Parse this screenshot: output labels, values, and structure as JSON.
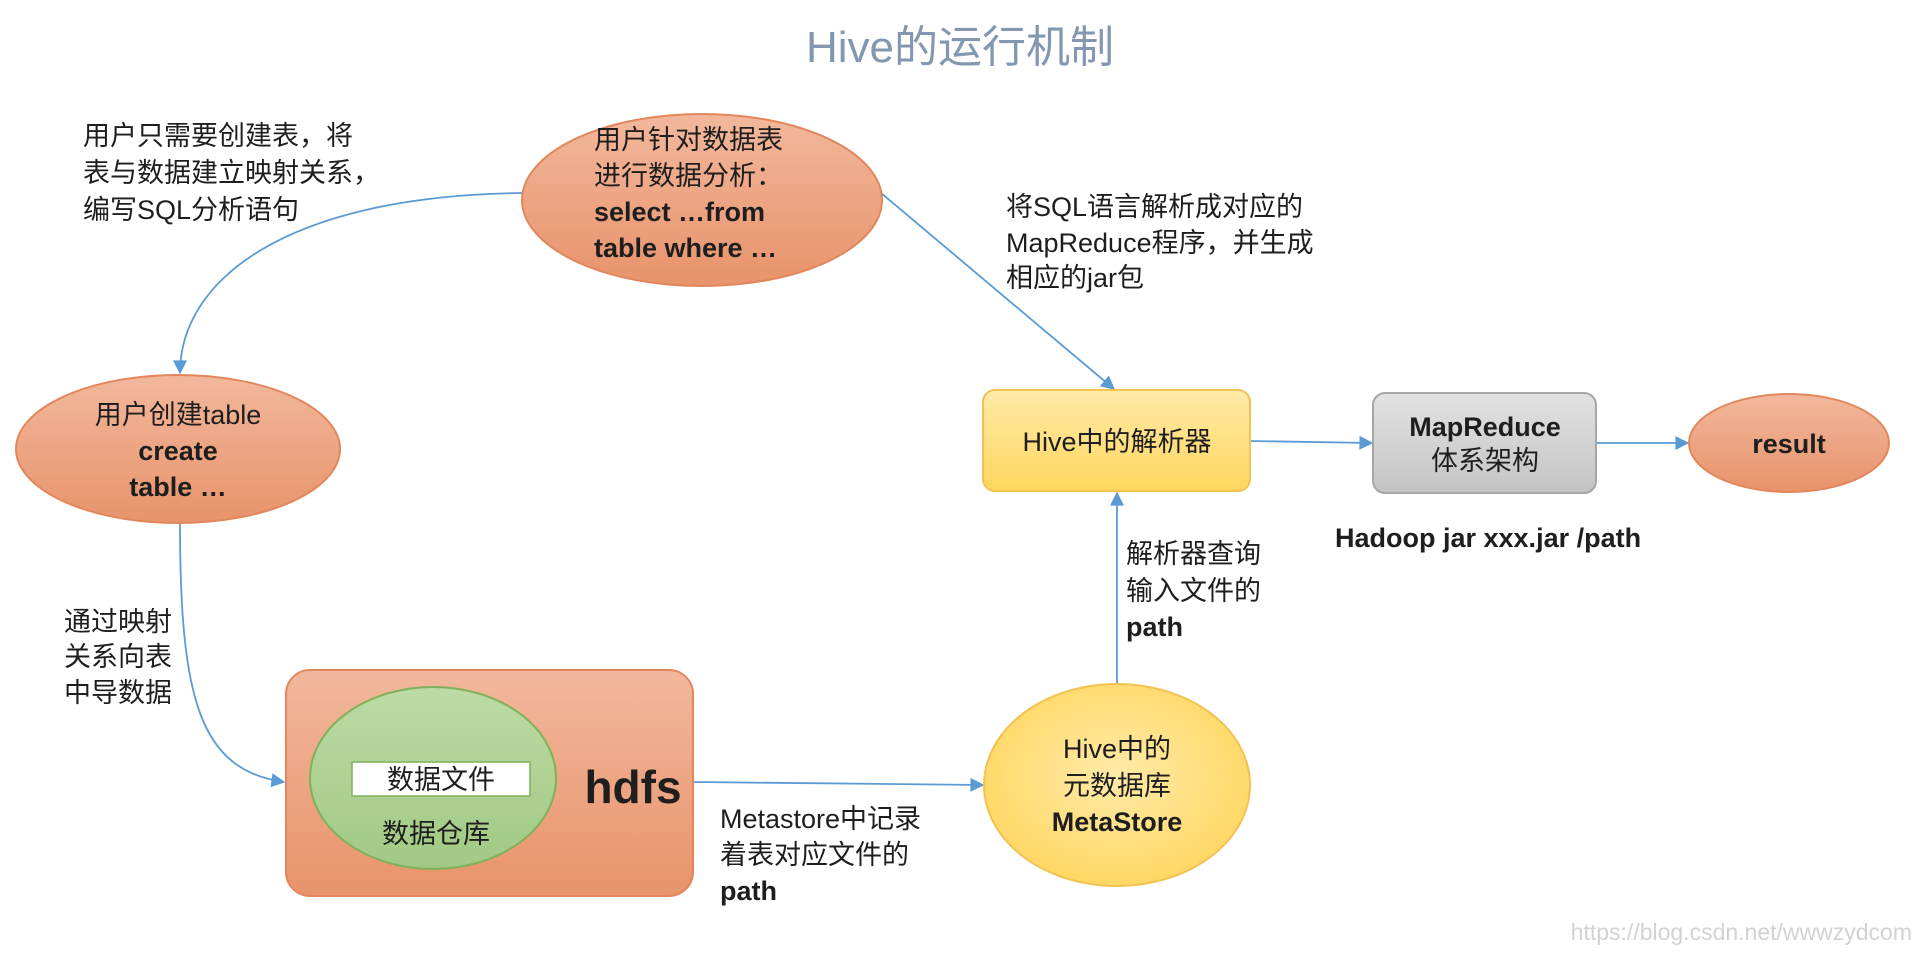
{
  "title": "Hive的运行机制",
  "nodes": {
    "query": {
      "lines": [
        "用户针对数据表",
        "进行数据分析：",
        "select …from",
        "table where …"
      ]
    },
    "create_table": {
      "lines": [
        "用户创建table",
        "create",
        "table …"
      ]
    },
    "hdfs": {
      "label": "hdfs",
      "data_file": "数据文件",
      "warehouse": "数据仓库"
    },
    "metastore": {
      "lines": [
        "Hive中的",
        "元数据库",
        "MetaStore"
      ]
    },
    "parser": {
      "label": "Hive中的解析器"
    },
    "mapreduce": {
      "lines": [
        "MapReduce",
        "体系架构"
      ]
    },
    "result": {
      "label": "result"
    }
  },
  "notes": {
    "create_mapping": [
      "用户只需要创建表，将",
      "表与数据建立映射关系，",
      "编写SQL分析语句"
    ],
    "load_data": [
      "通过映射",
      "关系向表",
      "中导数据"
    ],
    "metastore_path": [
      "Metastore中记录",
      "着表对应文件的",
      "path"
    ],
    "parser_query": [
      "解析器查询",
      "输入文件的",
      "path"
    ],
    "compile": [
      "将SQL语言解析成对应的",
      "MapReduce程序，并生成",
      "相应的jar包"
    ],
    "hadoop_command": "Hadoop jar xxx.jar /path"
  },
  "watermark": "https://blog.csdn.net/wwwzydcom",
  "colors": {
    "title": "#8497b0",
    "text": "#1e1e1e",
    "arrow": "#5b9bd5",
    "orange_light": "#f2b89c",
    "orange_dark": "#e8936b",
    "orange_border": "#e2875c",
    "green_light": "#bddba4",
    "green_dark": "#a1c984",
    "green_border": "#7fb15b",
    "yellow_light": "#ffeaa8",
    "yellow_dark": "#ffd65e",
    "yellow_border": "#f2c252",
    "gray_light": "#e2e2e2",
    "gray_dark": "#c4c4c4",
    "gray_border": "#a6a6a6",
    "white": "#ffffff",
    "watermark": "#d2d2d2"
  }
}
